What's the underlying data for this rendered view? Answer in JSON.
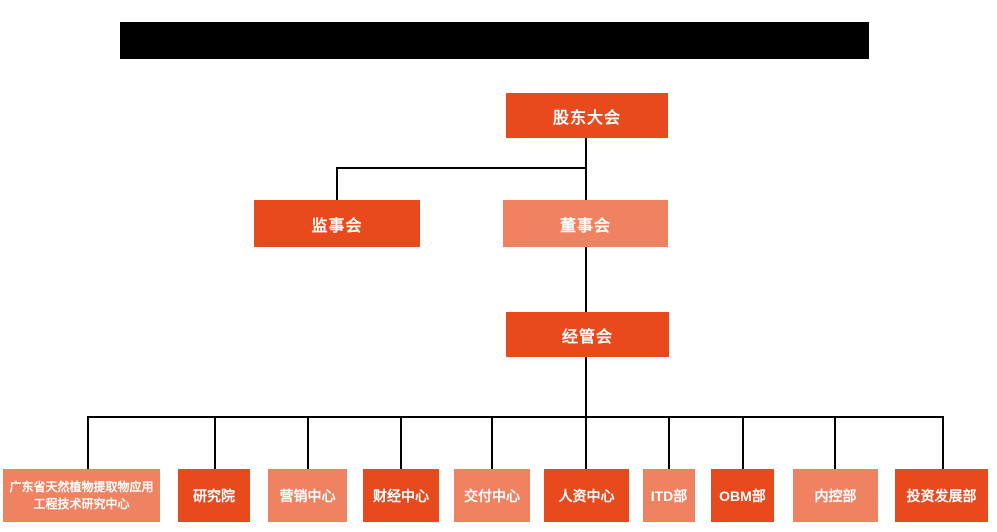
{
  "colors": {
    "primary": "#E8491D",
    "secondary": "#EF8261",
    "line": "#000000",
    "redacted": "#000000",
    "node-text": "#FFFFFF",
    "background": "#FFFFFF"
  },
  "title_bar": {
    "type": "redacted-black-bar",
    "text": ""
  },
  "org_chart": {
    "nodes": {
      "shareholders": {
        "label": "股东大会",
        "variant": "dark"
      },
      "supervisors": {
        "label": "监事会",
        "variant": "dark"
      },
      "directors": {
        "label": "董事会",
        "variant": "light"
      },
      "management": {
        "label": "经管会",
        "variant": "dark"
      }
    },
    "departments": [
      {
        "label": "广东省天然植物提取物应用工程技术研究中心",
        "variant": "light"
      },
      {
        "label": "研究院",
        "variant": "dark"
      },
      {
        "label": "营销中心",
        "variant": "light"
      },
      {
        "label": "财经中心",
        "variant": "dark"
      },
      {
        "label": "交付中心",
        "variant": "light"
      },
      {
        "label": "人资中心",
        "variant": "dark"
      },
      {
        "label": "ITD部",
        "variant": "light"
      },
      {
        "label": "OBM部",
        "variant": "dark"
      },
      {
        "label": "内控部",
        "variant": "light"
      },
      {
        "label": "投资发展部",
        "variant": "dark"
      }
    ],
    "hierarchy": [
      {
        "parent": "股东大会",
        "children": [
          "监事会",
          "董事会"
        ]
      },
      {
        "parent": "董事会",
        "children": [
          "经管会"
        ]
      },
      {
        "parent": "经管会",
        "children": [
          "广东省天然植物提取物应用工程技术研究中心",
          "研究院",
          "营销中心",
          "财经中心",
          "交付中心",
          "人资中心",
          "ITD部",
          "OBM部",
          "内控部",
          "投资发展部"
        ]
      }
    ]
  }
}
